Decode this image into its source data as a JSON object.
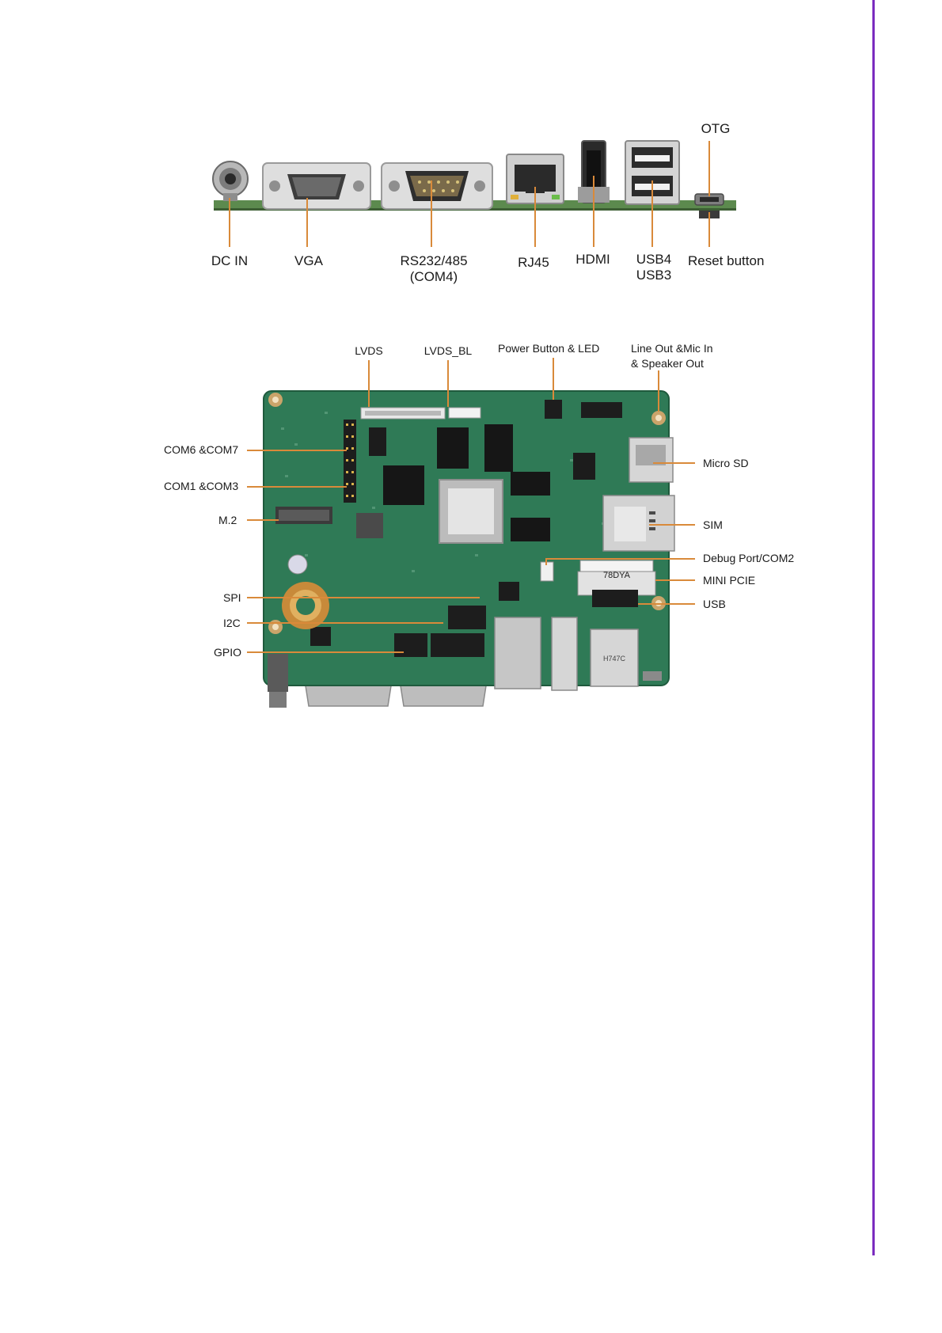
{
  "colors": {
    "accent_rule": "#7b2cbf",
    "callout": "#d98a3a",
    "pcb_green": "#2f7a56"
  },
  "rear_io": {
    "labels": {
      "otg": "OTG",
      "dc_in": "DC IN",
      "vga": "VGA",
      "rs232_line1": "RS232/485",
      "rs232_line2": "(COM4)",
      "rj45": "RJ45",
      "hdmi": "HDMI",
      "usb4": "USB4",
      "usb3": "USB3",
      "reset": "Reset  button"
    }
  },
  "board": {
    "labels": {
      "lvds": "LVDS",
      "lvds_bl": "LVDS_BL",
      "power": "Power Button & LED",
      "audio_line1": "Line Out &Mic In",
      "audio_line2": "& Speaker Out",
      "com67": "COM6 &COM7",
      "com13": "COM1 &COM3",
      "m2": "M.2",
      "spi": "SPI",
      "i2c": "I2C",
      "gpio": "GPIO",
      "micro_sd": "Micro SD",
      "sim": "SIM",
      "debug": "Debug Port/COM2",
      "mini_pcie": "MINI PCIE",
      "usb": "USB"
    },
    "chip_marking": "78DYA",
    "usb_marking": "H747C"
  }
}
